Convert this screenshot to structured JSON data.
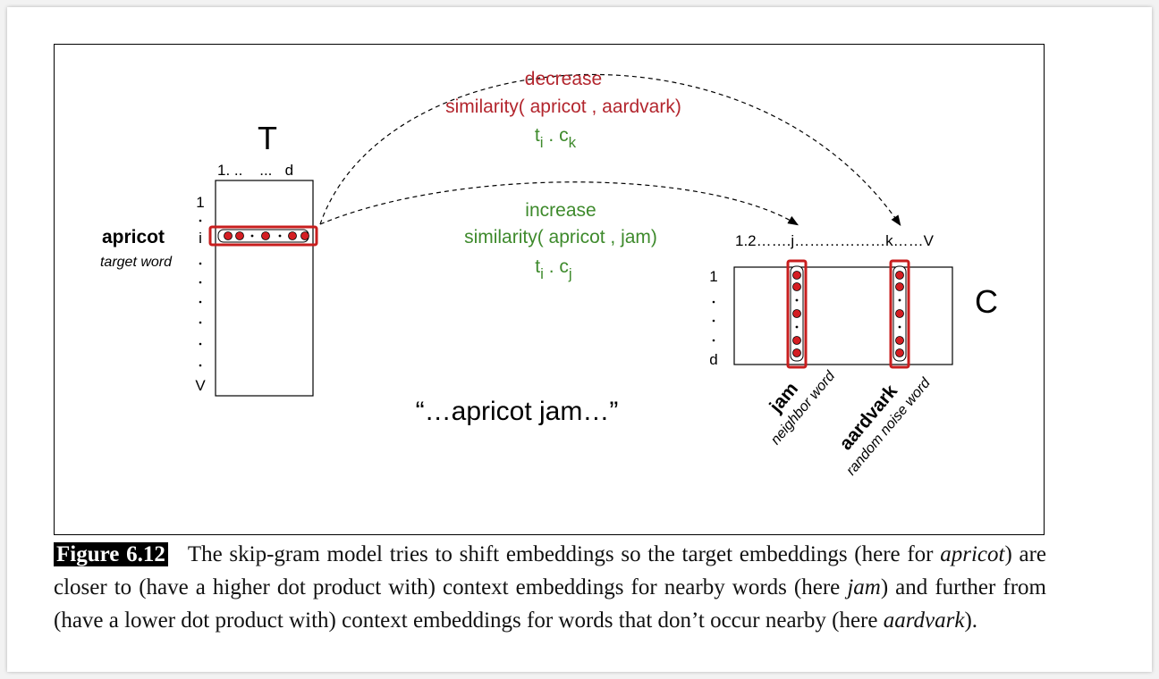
{
  "colors": {
    "red": "#b3262e",
    "green": "#3e8a2c",
    "highlight": "#c81e1e",
    "dot": "#d41e23"
  },
  "diagram": {
    "matrix_t": {
      "label": "T",
      "col_ticks": "1. ..    ...   d",
      "row_first": "1",
      "row_i": "i",
      "row_last": "V",
      "word": "apricot",
      "word_role": "target word"
    },
    "matrix_c": {
      "label": "C",
      "col_ticks": "1.2…….j………………k……V",
      "row_first": "1",
      "row_last": "d"
    },
    "decrease": {
      "verb": "decrease",
      "phrase": "similarity( apricot , aardvark)",
      "dot_product_t": "t",
      "dot_product_t_sub": "i",
      "dot_product_c": "c",
      "dot_product_c_sub": "k"
    },
    "increase": {
      "verb": "increase",
      "phrase": "similarity( apricot , jam)",
      "dot_product_t": "t",
      "dot_product_t_sub": "i",
      "dot_product_c": "c",
      "dot_product_c_sub": "j"
    },
    "context_quote": "“…apricot jam…”",
    "neighbor": {
      "word": "jam",
      "role": "neighbor word"
    },
    "noise": {
      "word": "aardvark",
      "role": "random noise word"
    }
  },
  "caption": {
    "label": "Figure 6.12",
    "t1": "The skip-gram model tries to shift embeddings so the target embeddings (here for ",
    "w1": "apricot",
    "t2": ") are closer to (have a higher dot product with) context embeddings for nearby words (here ",
    "w2": "jam",
    "t3": ") and further from (have a lower dot product with) context embeddings for words that don’t occur nearby (here ",
    "w3": "aardvark",
    "t4": ")."
  }
}
